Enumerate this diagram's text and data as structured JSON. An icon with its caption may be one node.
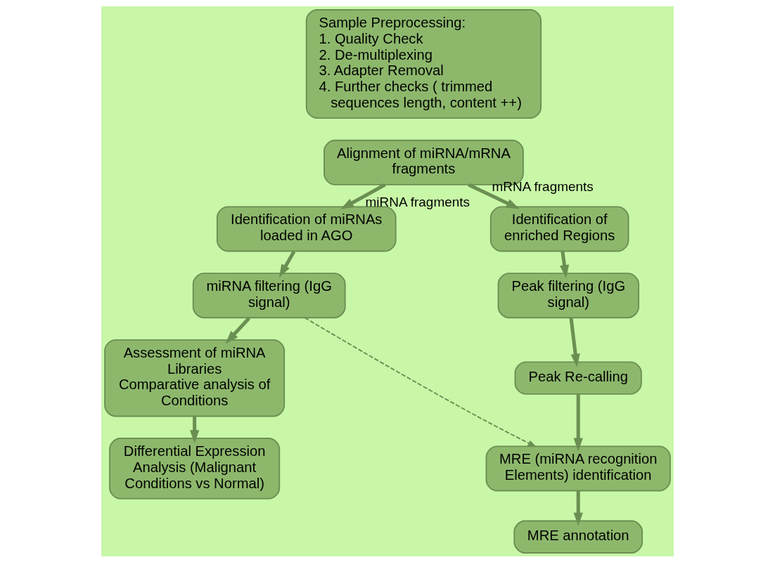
{
  "diagram": {
    "nodes": [
      {
        "text": [
          "Sample Preprocessing:",
          "1. Quality Check",
          "2. De-multiplexing",
          "3. Adapter Removal",
          "4. Further checks ( trimmed sequences length, content ++)"
        ]
      },
      {
        "text": [
          "Alignment of miRNA/mRNA fragments"
        ]
      },
      {
        "text": [
          "Identification of miRNAs loaded in AGO"
        ]
      },
      {
        "text": [
          "miRNA filtering (IgG signal)"
        ]
      },
      {
        "text": [
          "Assessment of miRNA Libraries",
          "Comparative analysis of Conditions"
        ]
      },
      {
        "text": [
          "Differential Expression Analysis (Malignant Conditions vs Normal)"
        ]
      },
      {
        "text": [
          "Identification of enriched Regions"
        ]
      },
      {
        "text": [
          "Peak filtering (IgG signal)"
        ]
      },
      {
        "text": [
          "Peak Re-calling"
        ]
      },
      {
        "text": [
          "MRE (miRNA recognition Elements) identification"
        ]
      },
      {
        "text": [
          "MRE annotation"
        ]
      }
    ],
    "edges": [
      {
        "from": 1,
        "to": 2,
        "arrow": "to",
        "label": "miRNA fragments"
      },
      {
        "from": 1,
        "to": 6,
        "arrow": "to",
        "label": "mRNA fragments"
      },
      {
        "from": 2,
        "to": 3,
        "arrow": "to"
      },
      {
        "from": 3,
        "to": 4,
        "arrow": "to"
      },
      {
        "from": 4,
        "to": 5,
        "arrow": "to"
      },
      {
        "from": 6,
        "to": 7,
        "arrow": "to"
      },
      {
        "from": 7,
        "to": 8,
        "arrow": "to"
      },
      {
        "from": 8,
        "to": 9,
        "arrow": "to"
      },
      {
        "from": 9,
        "to": 10,
        "arrow": "to"
      },
      {
        "from": 3,
        "to": 9,
        "arrow": "to",
        "style": "dashed"
      }
    ]
  }
}
